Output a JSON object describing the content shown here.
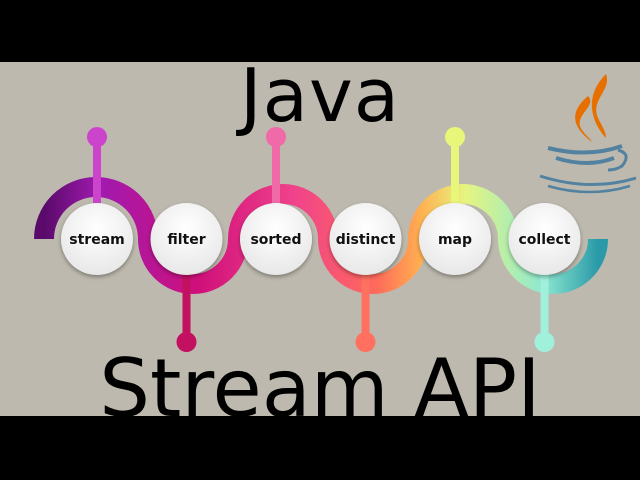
{
  "header": {
    "title": "Java"
  },
  "footer": {
    "title": "Stream API"
  },
  "logo": {
    "icon": "java-coffee-cup-icon",
    "colors": {
      "steam": "#e76f00",
      "cup": "#5382a1"
    }
  },
  "steps": [
    {
      "label": "stream",
      "color": "#b020b0",
      "pin_color": "#cc44cc",
      "pin": "top"
    },
    {
      "label": "filter",
      "color": "#d0107a",
      "pin_color": "#c41060",
      "pin": "bottom"
    },
    {
      "label": "sorted",
      "color": "#f0428c",
      "pin_color": "#f06aa8",
      "pin": "top"
    },
    {
      "label": "distinct",
      "color": "#ff6a5a",
      "pin_color": "#ff7060",
      "pin": "bottom"
    },
    {
      "label": "map",
      "color": "#e6f580",
      "pin_color": "#e8f77a",
      "pin": "top"
    },
    {
      "label": "collect",
      "color": "#8ee8d0",
      "pin_color": "#a0f0dc",
      "pin": "bottom"
    }
  ]
}
